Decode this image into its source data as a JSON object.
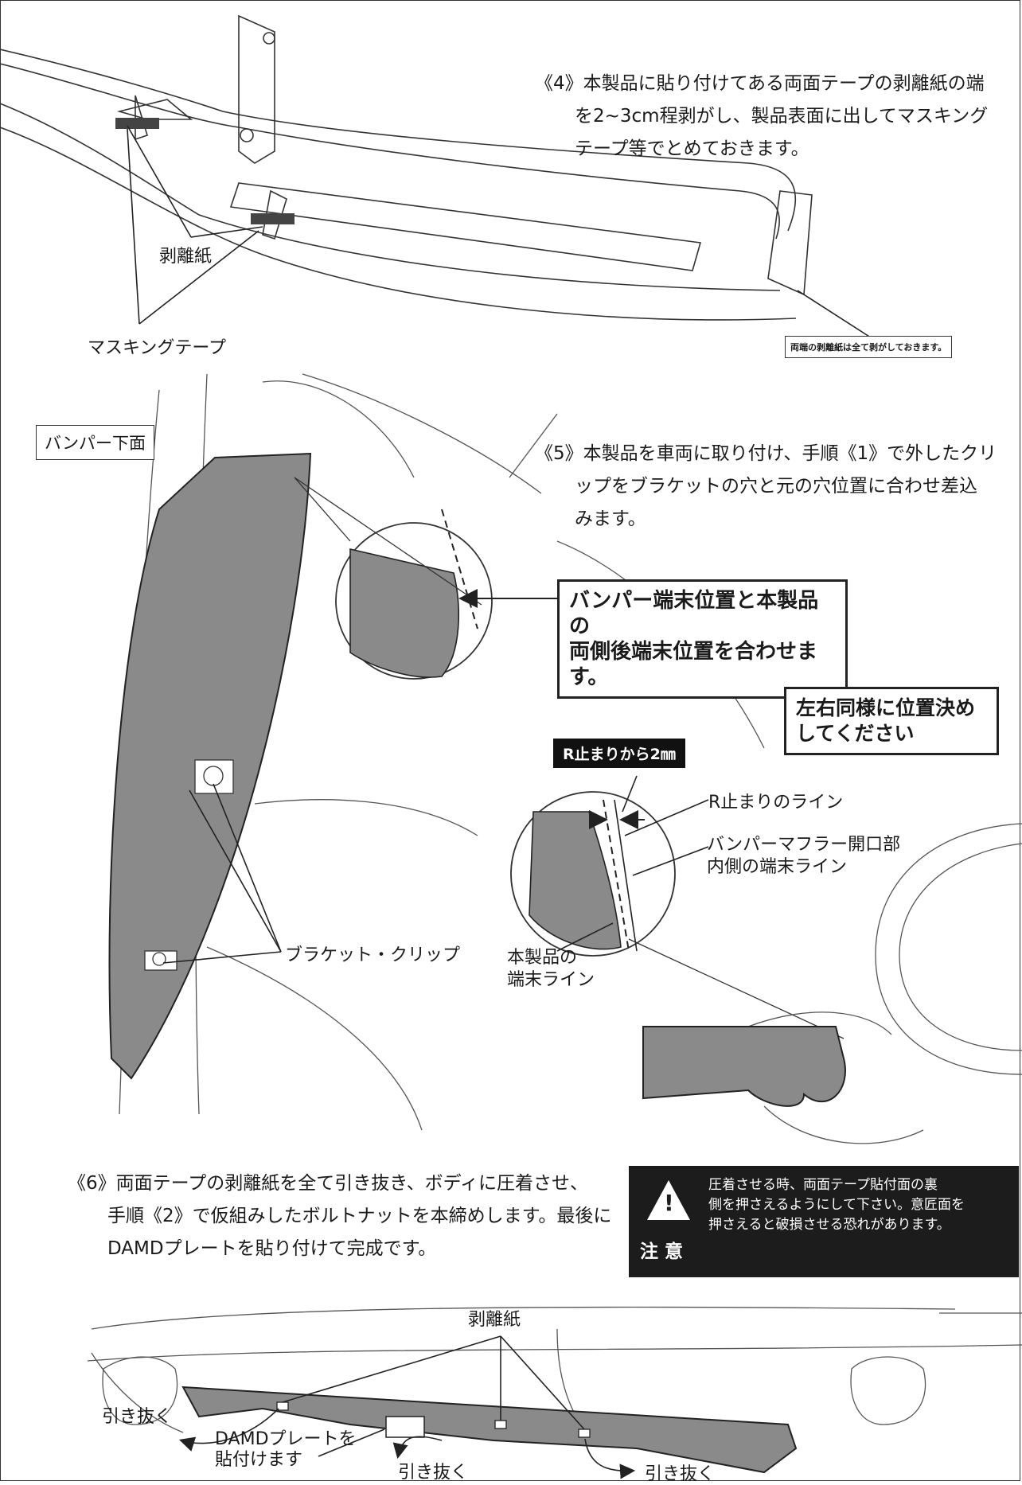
{
  "step4": {
    "lines": [
      "《4》本製品に貼り付けてある両面テープの剥離紙の端",
      "を2~3cm程剥がし、製品表面に出してマスキング",
      "テープ等でとめておきます。"
    ]
  },
  "fig4": {
    "label_release_paper": "剥離紙",
    "label_masking_tape": "マスキングテープ",
    "note_both_ends": "両端の剥離紙は全て剥がしておきます。"
  },
  "fig5": {
    "view_label": "バンパー下面",
    "label_bracket_clip": "ブラケット・クリップ",
    "callout_align": [
      "バンパー端末位置と本製品の",
      "両側後端末位置を合わせます。"
    ],
    "callout_both_sides": [
      "左右同様に位置決め",
      "してください"
    ],
    "badge_r_stop": "R止まりから2㎜",
    "label_r_stop_line": "R止まりのライン",
    "label_muffler_opening": [
      "バンパーマフラー開口部",
      "内側の端末ライン"
    ],
    "label_product_end": [
      "本製品の",
      "端末ライン"
    ]
  },
  "step5": {
    "lines": [
      "《5》本製品を車両に取り付け、手順《1》で外したクリ",
      "ップをブラケットの穴と元の穴位置に合わせ差込",
      "みます。"
    ]
  },
  "step6": {
    "lines": [
      "《6》両面テープの剥離紙を全て引き抜き、ボディに圧着させ、",
      "手順《2》で仮組みしたボルトナットを本締めします。最後に",
      "DAMDプレートを貼り付けて完成です。"
    ]
  },
  "caution": {
    "symbol": "!",
    "tag": "注意",
    "lines": [
      "圧着させる時、両面テープ貼付面の裏",
      "側を押さえるようにして下さい。意匠面を",
      "押さえると破損させる恐れがあります。"
    ]
  },
  "fig6": {
    "label_release_paper": "剥離紙",
    "pull_left": "引き抜く",
    "pull_center": "引き抜く",
    "pull_right": "引き抜く",
    "plate_label": [
      "DAMDプレートを",
      "貼付けます"
    ]
  },
  "colors": {
    "part_fill": "#8a8a8a",
    "line": "#333333",
    "callout_bg": "#111111"
  }
}
